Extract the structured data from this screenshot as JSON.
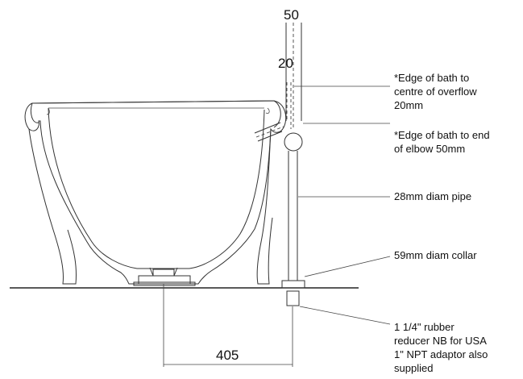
{
  "dimensions": {
    "top_width": "50",
    "overflow_offset": "20",
    "waste_distance": "405"
  },
  "callouts": [
    {
      "id": "overflow-note",
      "lines": [
        "*Edge of bath to",
        "centre of overflow",
        "20mm"
      ]
    },
    {
      "id": "elbow-note",
      "lines": [
        "*Edge of bath to end",
        "of elbow 50mm"
      ]
    },
    {
      "id": "pipe-note",
      "lines": [
        "28mm diam pipe"
      ]
    },
    {
      "id": "collar-note",
      "lines": [
        "59mm diam collar"
      ]
    },
    {
      "id": "reducer-note",
      "lines": [
        "1 1/4\" rubber",
        "reducer NB for USA",
        "1\" NPT adaptor also",
        "supplied"
      ]
    }
  ]
}
